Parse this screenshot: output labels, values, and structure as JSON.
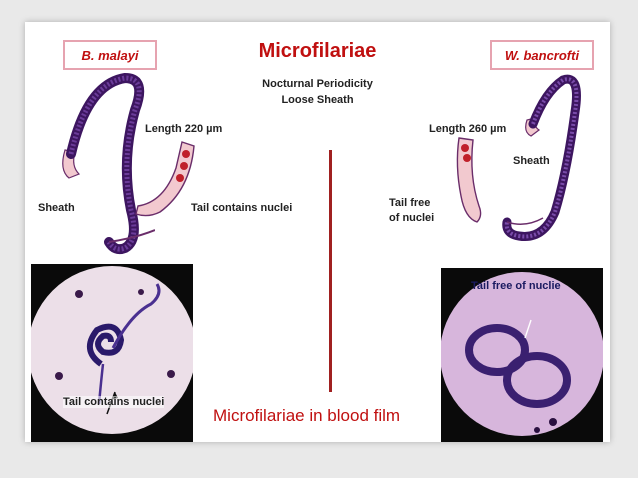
{
  "title": "Microfilariae",
  "species_left": "B. malayi",
  "species_right": "W. bancrofti",
  "subtitle_line1": "Nocturnal Periodicity",
  "subtitle_line2": "Loose Sheath",
  "labels": {
    "length_left": "Length 220 µm",
    "length_right": "Length 260 µm",
    "sheath_left": "Sheath",
    "sheath_right": "Sheath",
    "tail_nuclei": "Tail contains nuclei",
    "tail_free_1": "Tail free",
    "tail_free_2": "of nuclei",
    "photo_left": "Tail contains nuclei",
    "photo_right": "Tail free of nuclie"
  },
  "caption": "Microfilariae in blood film",
  "colors": {
    "accent_red": "#c01010",
    "worm_purple": "#4a1c6e",
    "sheath_pink": "#f2c9cf",
    "species_border": "#e6a3b0"
  }
}
